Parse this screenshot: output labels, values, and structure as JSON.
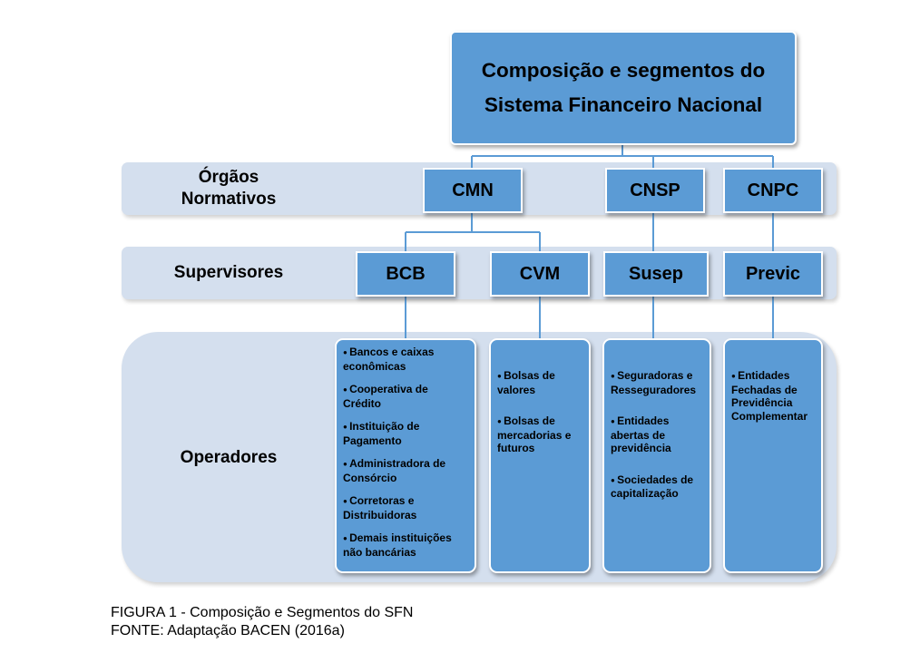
{
  "title": "Composição e segmentos do Sistema Financeiro Nacional",
  "rows": {
    "normativos": "Órgãos Normativos",
    "supervisores": "Supervisores",
    "operadores": "Operadores"
  },
  "normativos": [
    "CMN",
    "CNSP",
    "CNPC"
  ],
  "supervisores": [
    "BCB",
    "CVM",
    "Susep",
    "Previc"
  ],
  "operadores": {
    "bcb": [
      "Bancos e caixas\neconômicas",
      "Cooperativa de\nCrédito",
      "Instituição de\nPagamento",
      "Administradora de\nConsórcio",
      "Corretoras e\nDistribuidoras",
      "Demais instituições\nnão bancárias"
    ],
    "cvm": [
      "Bolsas de\nvalores",
      "Bolsas de\nmercadorias e\nfuturos"
    ],
    "susep": [
      "Seguradoras e\nResseguradores",
      "Entidades\nabertas de\nprevidência",
      "Sociedades de\ncapitalização"
    ],
    "previc": [
      "Entidades\nFechadas de\nPrevidência\nComplementar"
    ]
  },
  "caption": {
    "figure": "FIGURA 1 - Composição e Segmentos do SFN",
    "source": "FONTE: Adaptação BACEN (2016a)"
  },
  "colors": {
    "box": "#5b9bd5",
    "band": "#d4dfee",
    "line": "#5b9bd5"
  }
}
